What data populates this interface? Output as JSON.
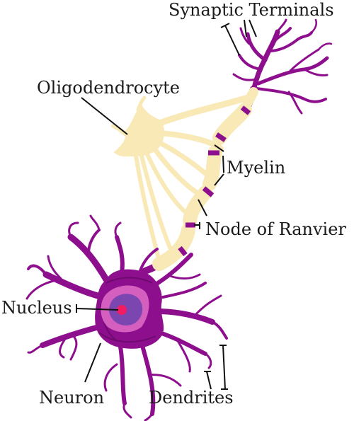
{
  "labels": {
    "synaptic_terminals": "Synaptic Terminals",
    "oligodendrocyte": "Oligodendrocyte",
    "myelin": "Myelin",
    "node_of_ranvier": "Node of Ranvier",
    "nucleus": "Nucleus",
    "neuron": "Neuron",
    "dendrites": "Dendrites"
  },
  "colors": {
    "neuron": "#8e0f8e",
    "neuron_dark": "#6e0a6e",
    "myelin": "#f8e9b6",
    "nucleus_outer": "#d45fbf",
    "nucleus_inner": "#7c46b0",
    "nucleolus": "#f21c63",
    "node": "#8e0f8e"
  }
}
